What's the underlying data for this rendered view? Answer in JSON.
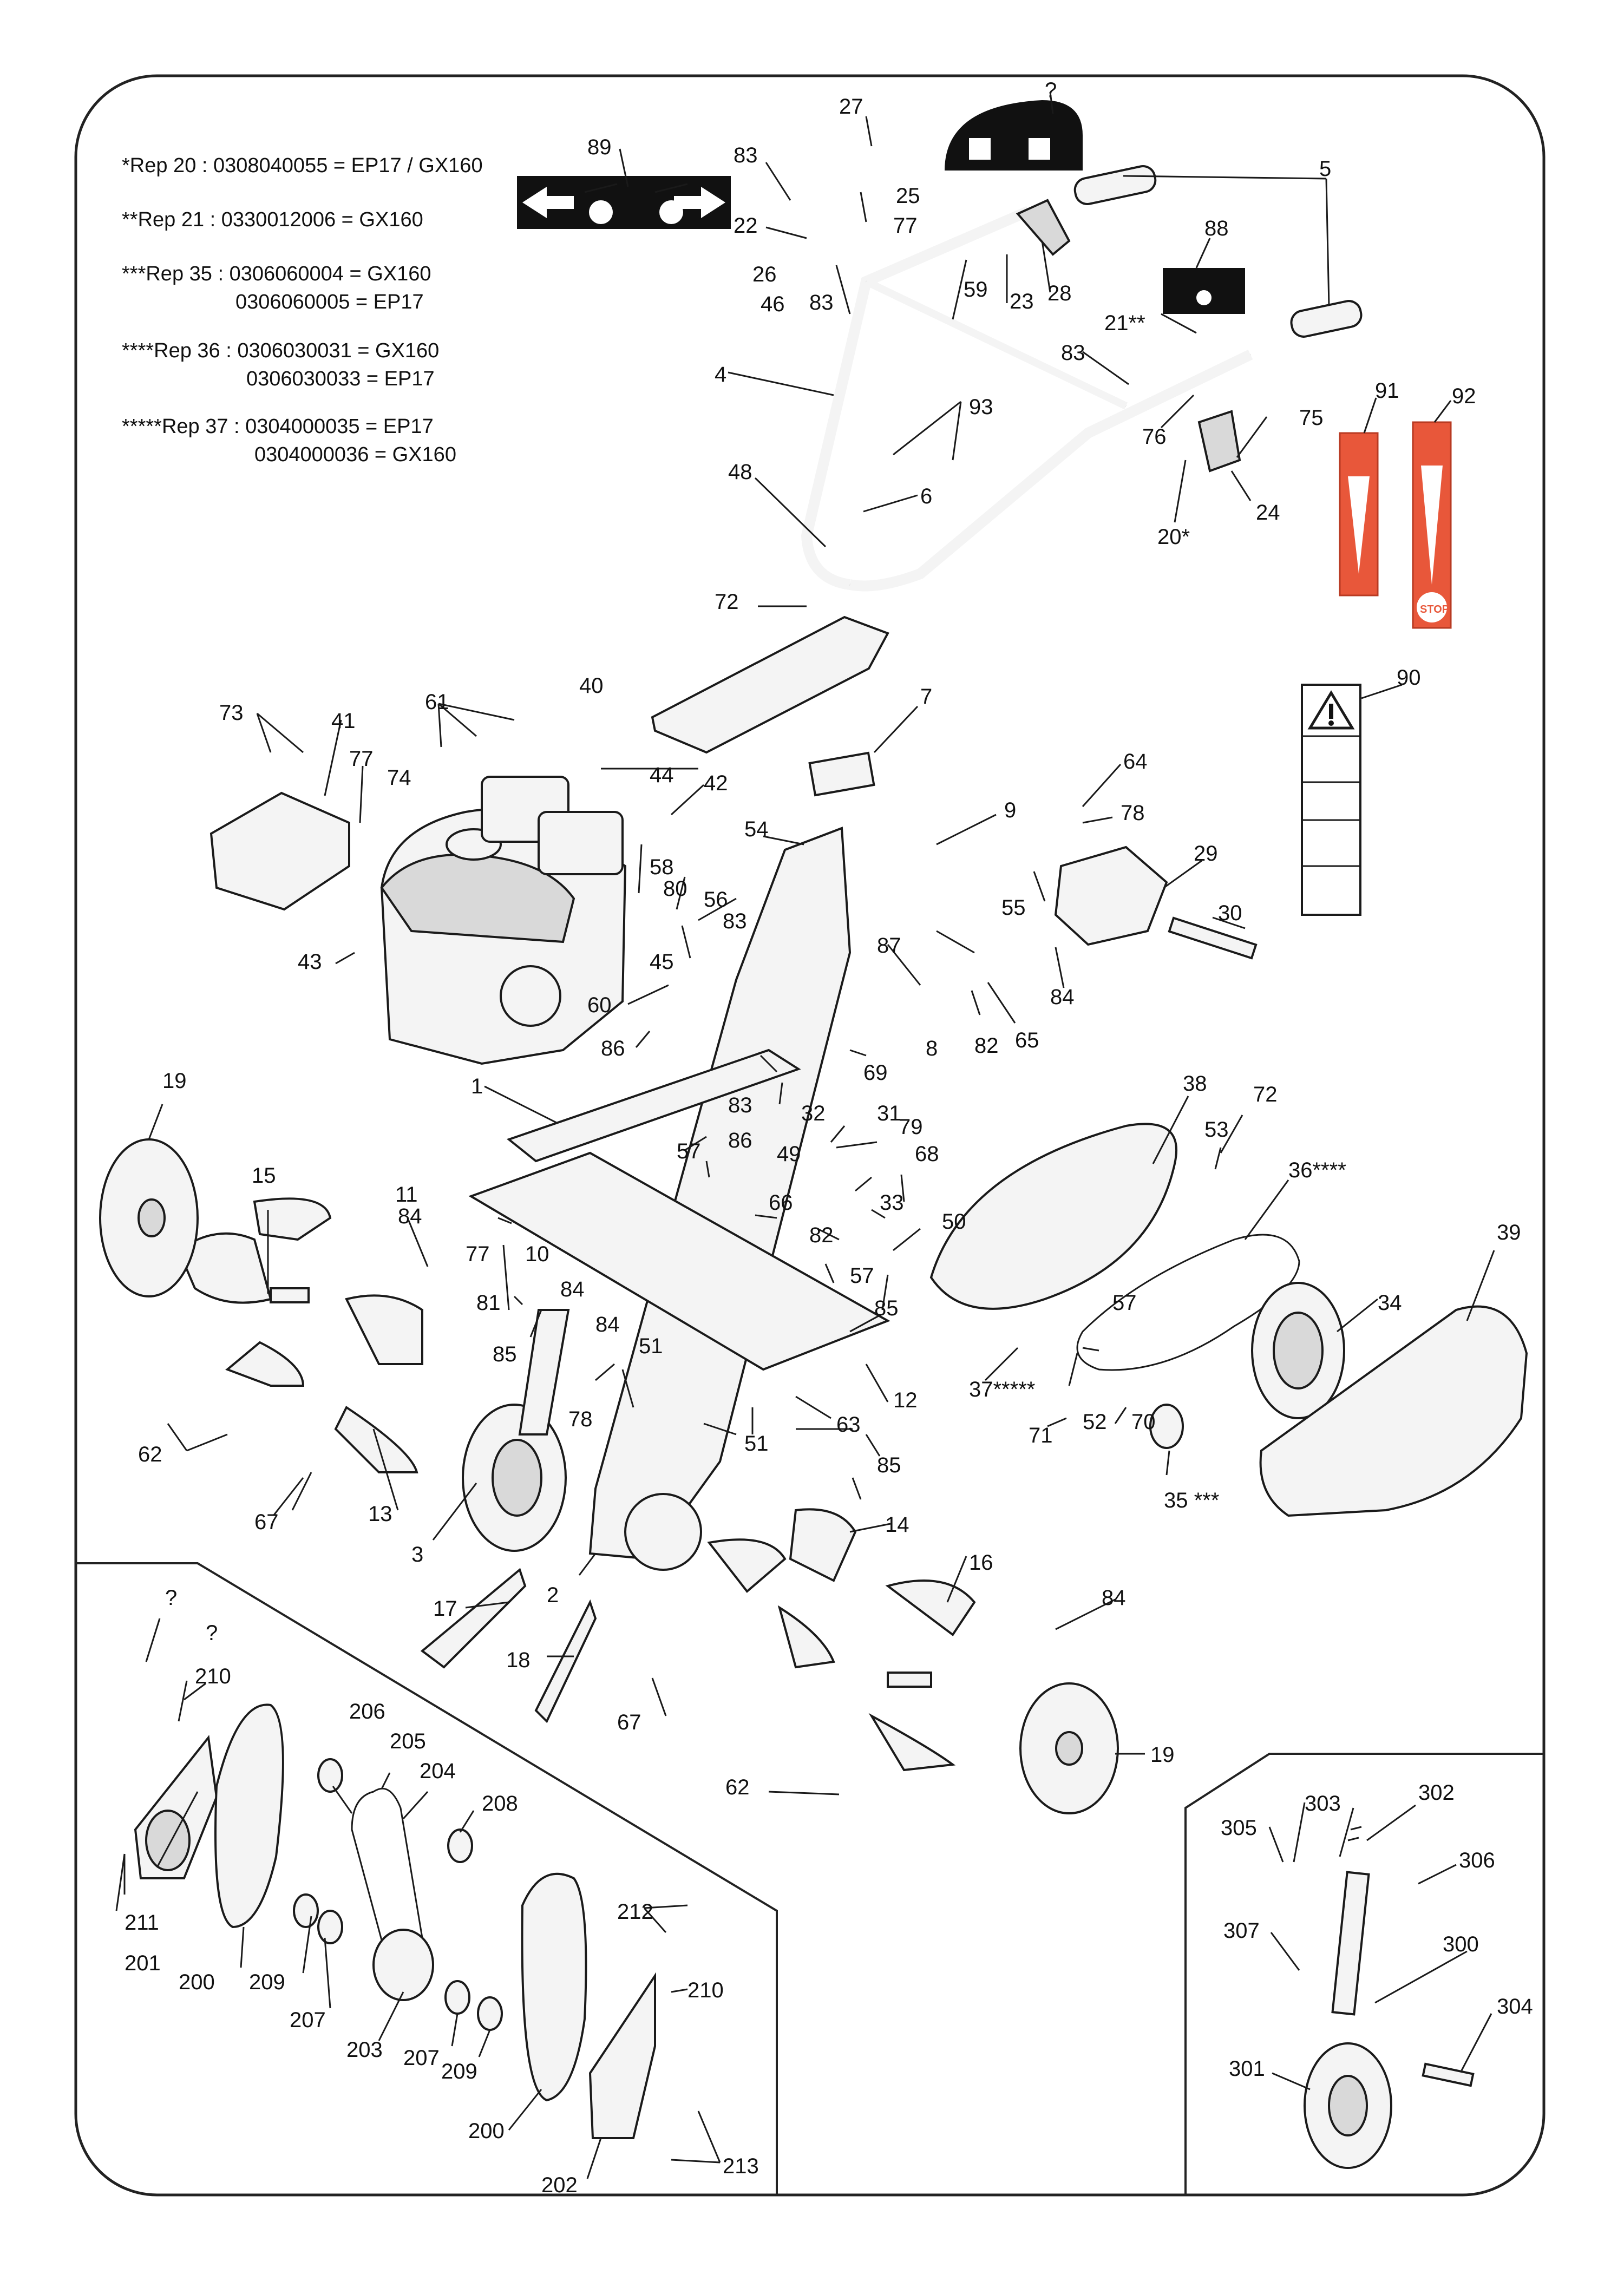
{
  "notes": [
    "*Rep 20 : 0308040055 = EP17 / GX160",
    "**Rep 21 : 0330012006 = GX160",
    "***Rep 35 : 0306060004 = GX160",
    "0306060005 = EP17",
    "****Rep 36 : 0306030031 = GX160",
    "0306030033 = EP17",
    "*****Rep 37 : 0304000035 = EP17",
    "0304000036 = GX160"
  ],
  "decal_text": {
    "stop": "STOP"
  },
  "callouts": {
    "c1": "1",
    "c2": "2",
    "c3": "3",
    "c4": "4",
    "c5": "5",
    "c6": "6",
    "c7": "7",
    "c8": "8",
    "c9": "9",
    "c10": "10",
    "c11": "11",
    "c12": "12",
    "c13": "13",
    "c14": "14",
    "c15": "15",
    "c16": "16",
    "c17": "17",
    "c18": "18",
    "c19a": "19",
    "c19b": "19",
    "c20": "20*",
    "c21": "21**",
    "c22": "22",
    "c23": "23",
    "c24": "24",
    "c25": "25",
    "c26": "26",
    "c27": "27",
    "c28": "28",
    "c29": "29",
    "c30": "30",
    "c31": "31",
    "c32": "32",
    "c33": "33",
    "c34": "34",
    "c35": "35 ***",
    "c36": "36****",
    "c37": "37*****",
    "c38": "38",
    "c39": "39",
    "c40": "40",
    "c41": "41",
    "c42": "42",
    "c43": "43",
    "c44": "44",
    "c45": "45",
    "c46": "46",
    "c48": "48",
    "c49": "49",
    "c50": "50",
    "c51a": "51",
    "c51b": "51",
    "c52": "52",
    "c53": "53",
    "c54": "54",
    "c55": "55",
    "c56": "56",
    "c57a": "57",
    "c57b": "57",
    "c57c": "57",
    "c58": "58",
    "c59": "59",
    "c60": "60",
    "c61": "61",
    "c62a": "62",
    "c62b": "62",
    "c63": "63",
    "c64": "64",
    "c65": "65",
    "c66": "66",
    "c67a": "67",
    "c67b": "67",
    "c68": "68",
    "c69": "69",
    "c70": "70",
    "c71": "71",
    "c72a": "72",
    "c72b": "72",
    "c73": "73",
    "c74": "74",
    "c75": "75",
    "c76": "76",
    "c77a": "77",
    "c77b": "77",
    "c77c": "77",
    "c78a": "78",
    "c78b": "78",
    "c79": "79",
    "c80": "80",
    "c81": "81",
    "c82a": "82",
    "c82b": "82",
    "c83a": "83",
    "c83b": "83",
    "c83c": "83",
    "c83d": "83",
    "c83e": "83",
    "c84a": "84",
    "c84b": "84",
    "c84c": "84",
    "c84d": "84",
    "c84e": "84",
    "c85a": "85",
    "c85b": "85",
    "c85c": "85",
    "c86a": "86",
    "c86b": "86",
    "c87": "87",
    "c88": "88",
    "c89": "89",
    "c90": "90",
    "c91": "91",
    "c92": "92",
    "c93": "93",
    "cq1": "?",
    "cq2": "?",
    "cq3": "?",
    "c200a": "200",
    "c200b": "200",
    "c201": "201",
    "c202": "202",
    "c203": "203",
    "c204": "204",
    "c205": "205",
    "c206": "206",
    "c207a": "207",
    "c207b": "207",
    "c208": "208",
    "c209a": "209",
    "c209b": "209",
    "c210a": "210",
    "c210b": "210",
    "c211": "211",
    "c212": "212",
    "c213": "213",
    "c300": "300",
    "c301": "301",
    "c302": "302",
    "c303": "303",
    "c304": "304",
    "c305": "305",
    "c306": "306",
    "c307": "307"
  }
}
